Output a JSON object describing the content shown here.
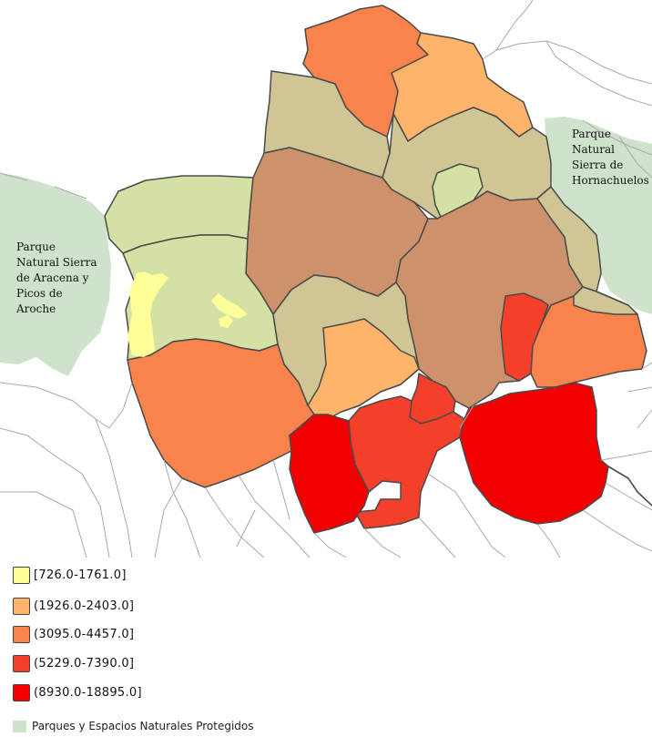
{
  "map": {
    "park_labels": [
      [
        "Parque",
        "Natural Sierra",
        "de Aracena y",
        "Picos de",
        "Aroche"
      ],
      [
        "Parque",
        "Natural",
        "Sierra de",
        "Hornachuelos"
      ]
    ],
    "colors": {
      "park": "#cfe3cc",
      "class_1": "#ffff99",
      "class_2": "#fcb46b",
      "class_3": "#f8834d",
      "class_4": "#f4402a",
      "class_5": "#f20000",
      "beige": "#cfc595",
      "brown": "#cd916b",
      "light_green": "#d3e1a4",
      "border": "#4a4a4a",
      "roads": "#a9a9a9"
    }
  },
  "legend": {
    "classes": [
      {
        "label": "[726.0-1761.0]",
        "color": "#ffff99"
      },
      {
        "label": "(1926.0-2403.0]",
        "color": "#fcb46b"
      },
      {
        "label": "(3095.0-4457.0]",
        "color": "#f8834d"
      },
      {
        "label": "(5229.0-7390.0]",
        "color": "#f4402a"
      },
      {
        "label": "(8930.0-18895.0]",
        "color": "#f20000"
      }
    ],
    "parks_label": "Parques y Espacios Naturales Protegidos",
    "parks_color": "#cfe3cc"
  }
}
